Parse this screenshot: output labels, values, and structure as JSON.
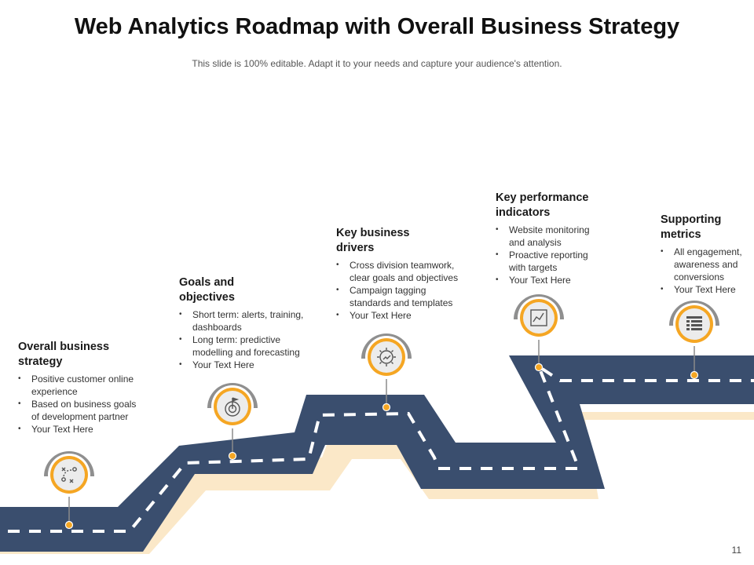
{
  "title": "Web Analytics Roadmap with Overall Business Strategy",
  "subtitle": "This slide is 100% editable. Adapt it to your needs and capture your audience's attention.",
  "page_number": "11",
  "colors": {
    "road": "#3a4e6e",
    "road_shadow": "#fbe8c8",
    "marker_ring": "#f5a623",
    "marker_hood": "#8f8f8f",
    "icon": "#555555"
  },
  "steps": [
    {
      "title_line1": "Overall business",
      "title_line2": "strategy",
      "icon": "strategy-playbook-icon",
      "bullets": [
        {
          "l1": "Positive customer online",
          "l2": "experience"
        },
        {
          "l1": "Based on business goals",
          "l2": "of development  partner"
        },
        {
          "l1": "Your Text Here",
          "l2": ""
        }
      ]
    },
    {
      "title_line1": "Goals and",
      "title_line2": "objectives",
      "icon": "target-goal-icon",
      "bullets": [
        {
          "l1": "Short term: alerts, training,",
          "l2": "dashboards"
        },
        {
          "l1": "Long term: predictive",
          "l2": "modelling and forecasting"
        },
        {
          "l1": "Your Text Here",
          "l2": ""
        }
      ]
    },
    {
      "title_line1": "Key business",
      "title_line2": "drivers",
      "icon": "gear-chart-icon",
      "bullets": [
        {
          "l1": "Cross division teamwork,",
          "l2": "clear goals and objectives"
        },
        {
          "l1": "Campaign tagging",
          "l2": "standards and templates"
        },
        {
          "l1": "Your Text Here",
          "l2": ""
        }
      ]
    },
    {
      "title_line1": "Key performance",
      "title_line2": "indicators",
      "icon": "line-chart-icon",
      "bullets": [
        {
          "l1": "Website monitoring",
          "l2": "and analysis"
        },
        {
          "l1": "Proactive reporting",
          "l2": "with targets"
        },
        {
          "l1": "Your Text Here",
          "l2": ""
        }
      ]
    },
    {
      "title_line1": "Supporting",
      "title_line2": "metrics",
      "icon": "table-metrics-icon",
      "bullets": [
        {
          "l1": "All engagement,",
          "l2": "awareness and"
        },
        {
          "l1": "conversions",
          "l2": ""
        },
        {
          "l1": "Your Text Here",
          "l2": ""
        }
      ]
    }
  ]
}
